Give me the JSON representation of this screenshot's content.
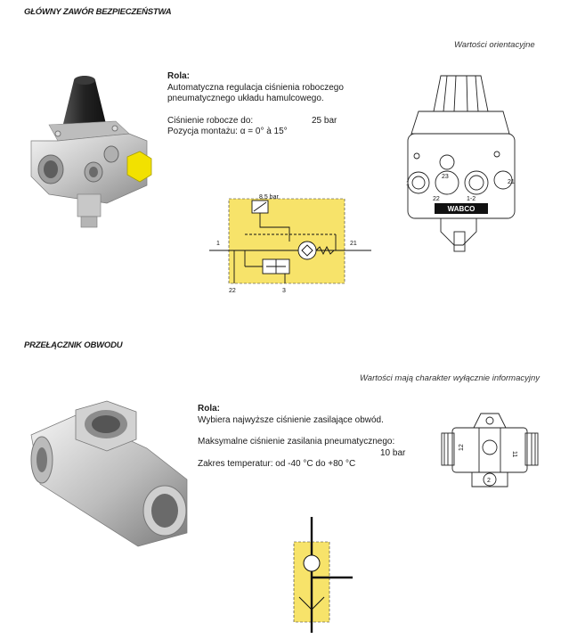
{
  "section1": {
    "title": "GŁÓWNY ZAWÓR BEZPIECZEŃSTWA",
    "note": "Wartości orientacyjne",
    "role_label": "Rola:",
    "role_line1": "Automatyczna regulacja ciśnienia roboczego",
    "role_line2": "pneumatycznego układu hamulcowego.",
    "pressure_label": "Ciśnienie robocze do:",
    "pressure_value": "25 bar",
    "mount_label": "Pozycja montażu: α = 0° à 15°",
    "schematic": {
      "setpoint": "8,5 bar",
      "port_in": "1",
      "port_out": "21",
      "port_bottom_left": "22",
      "port_bottom": "3"
    },
    "drawing": {
      "brand": "WABCO",
      "ports": [
        "1",
        "21",
        "23",
        "22",
        "1-2"
      ]
    },
    "colors": {
      "accent_yellow": "#f7e36a",
      "part_yellow": "#f2e100"
    }
  },
  "section2": {
    "title": "PRZEŁĄCZNIK OBWODU",
    "note": "Wartości mają charakter wyłącznie informacyjny",
    "role_label": "Rola:",
    "role_line1": "Wybiera najwyższe ciśnienie zasilające obwód.",
    "max_label": "Maksymalne ciśnienie zasilania pneumatycznego:",
    "max_value": "10 bar",
    "temp_label": "Zakres temperatur: od -40 °C do +80 °C",
    "drawing": {
      "ports": [
        "12",
        "11",
        "2"
      ]
    }
  }
}
